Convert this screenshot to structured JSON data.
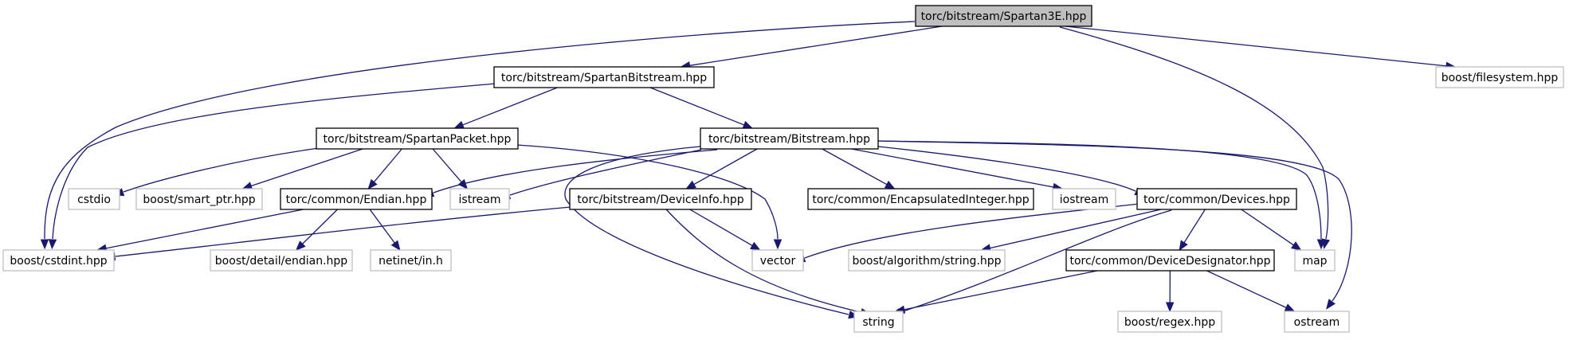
{
  "diagram": {
    "type": "include-dependency-graph",
    "colors": {
      "edge": "#191970",
      "root_fill": "#bfbfbf",
      "internal_border": "#000000",
      "external_border": "#bfbfbf",
      "node_fill": "#ffffff"
    },
    "nodes": [
      {
        "id": "spartan3e",
        "label": "torc/bitstream/Spartan3E.hpp",
        "kind": "root"
      },
      {
        "id": "spartanbitstream",
        "label": "torc/bitstream/SpartanBitstream.hpp",
        "kind": "internal"
      },
      {
        "id": "filesystem",
        "label": "boost/filesystem.hpp",
        "kind": "external"
      },
      {
        "id": "spartanpacket",
        "label": "torc/bitstream/SpartanPacket.hpp",
        "kind": "internal"
      },
      {
        "id": "bitstream",
        "label": "torc/bitstream/Bitstream.hpp",
        "kind": "internal"
      },
      {
        "id": "cstdio",
        "label": "cstdio",
        "kind": "external"
      },
      {
        "id": "smartptr",
        "label": "boost/smart_ptr.hpp",
        "kind": "external"
      },
      {
        "id": "endian",
        "label": "torc/common/Endian.hpp",
        "kind": "internal"
      },
      {
        "id": "istream",
        "label": "istream",
        "kind": "external"
      },
      {
        "id": "deviceinfo",
        "label": "torc/bitstream/DeviceInfo.hpp",
        "kind": "internal"
      },
      {
        "id": "encapsulated",
        "label": "torc/common/EncapsulatedInteger.hpp",
        "kind": "internal"
      },
      {
        "id": "iostream",
        "label": "iostream",
        "kind": "external"
      },
      {
        "id": "devices",
        "label": "torc/common/Devices.hpp",
        "kind": "internal"
      },
      {
        "id": "cstdint",
        "label": "boost/cstdint.hpp",
        "kind": "external"
      },
      {
        "id": "detailendian",
        "label": "boost/detail/endian.hpp",
        "kind": "external"
      },
      {
        "id": "netinet",
        "label": "netinet/in.h",
        "kind": "external"
      },
      {
        "id": "vector",
        "label": "vector",
        "kind": "external"
      },
      {
        "id": "algostring",
        "label": "boost/algorithm/string.hpp",
        "kind": "external"
      },
      {
        "id": "designator",
        "label": "torc/common/DeviceDesignator.hpp",
        "kind": "internal"
      },
      {
        "id": "map",
        "label": "map",
        "kind": "external"
      },
      {
        "id": "string",
        "label": "string",
        "kind": "external"
      },
      {
        "id": "regex",
        "label": "boost/regex.hpp",
        "kind": "external"
      },
      {
        "id": "ostream",
        "label": "ostream",
        "kind": "external"
      }
    ],
    "edges": [
      [
        "spartan3e",
        "spartanbitstream"
      ],
      [
        "spartan3e",
        "cstdint"
      ],
      [
        "spartan3e",
        "filesystem"
      ],
      [
        "spartan3e",
        "map"
      ],
      [
        "spartanbitstream",
        "spartanpacket"
      ],
      [
        "spartanbitstream",
        "bitstream"
      ],
      [
        "spartanbitstream",
        "cstdint"
      ],
      [
        "spartanpacket",
        "cstdio"
      ],
      [
        "spartanpacket",
        "smartptr"
      ],
      [
        "spartanpacket",
        "endian"
      ],
      [
        "spartanpacket",
        "istream"
      ],
      [
        "spartanpacket",
        "vector"
      ],
      [
        "bitstream",
        "endian"
      ],
      [
        "bitstream",
        "istream"
      ],
      [
        "bitstream",
        "deviceinfo"
      ],
      [
        "bitstream",
        "encapsulated"
      ],
      [
        "bitstream",
        "iostream"
      ],
      [
        "bitstream",
        "devices"
      ],
      [
        "bitstream",
        "map"
      ],
      [
        "bitstream",
        "ostream"
      ],
      [
        "bitstream",
        "string"
      ],
      [
        "endian",
        "cstdint"
      ],
      [
        "endian",
        "detailendian"
      ],
      [
        "endian",
        "netinet"
      ],
      [
        "deviceinfo",
        "cstdint"
      ],
      [
        "deviceinfo",
        "vector"
      ],
      [
        "deviceinfo",
        "string"
      ],
      [
        "devices",
        "vector"
      ],
      [
        "devices",
        "algostring"
      ],
      [
        "devices",
        "designator"
      ],
      [
        "devices",
        "map"
      ],
      [
        "devices",
        "string"
      ],
      [
        "designator",
        "string"
      ],
      [
        "designator",
        "regex"
      ],
      [
        "designator",
        "ostream"
      ]
    ]
  }
}
